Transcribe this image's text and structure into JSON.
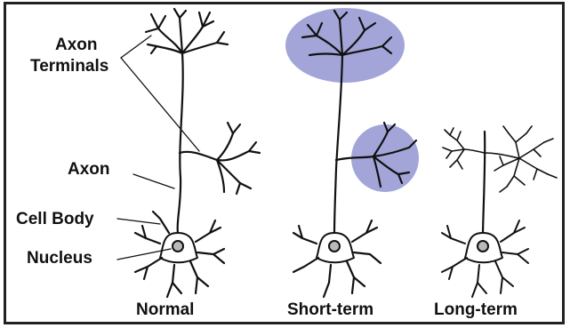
{
  "labels": {
    "axon_terminals_line1": "Axon",
    "axon_terminals_line2": "Terminals",
    "axon": "Axon",
    "cell_body": "Cell Body",
    "nucleus": "Nucleus"
  },
  "captions": {
    "normal": "Normal",
    "short_term": "Short-term",
    "long_term": "Long-term"
  },
  "colors": {
    "highlight": "#a3a5d9",
    "line": "#111111",
    "nucleus_fill": "#b9b9b9"
  }
}
